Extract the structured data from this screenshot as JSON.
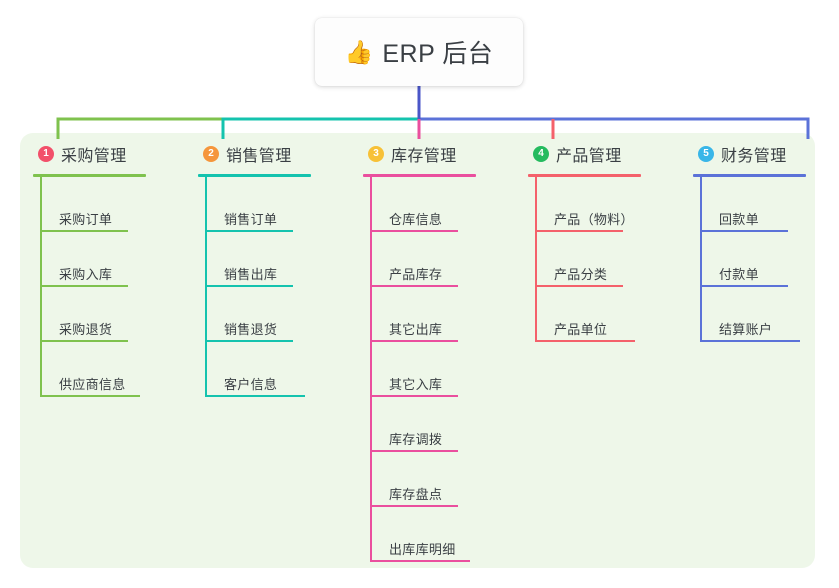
{
  "root": {
    "icon": "thumbs-up-icon",
    "icon_glyph": "👍",
    "title": "ERP 后台"
  },
  "theme": {
    "panel_bg": "#eef7e9",
    "page_bg": "#ffffff",
    "text": "#3a3f44",
    "root_stem": "#4a56c8"
  },
  "columns": [
    {
      "index": "1",
      "badge_color": "#f2506a",
      "line_color": "#7fc24e",
      "title": "采购管理",
      "items": [
        {
          "label": "采购订单"
        },
        {
          "label": "采购入库"
        },
        {
          "label": "采购退货"
        },
        {
          "label": "供应商信息"
        }
      ]
    },
    {
      "index": "2",
      "badge_color": "#f5963c",
      "line_color": "#14c3ae",
      "title": "销售管理",
      "items": [
        {
          "label": "销售订单"
        },
        {
          "label": "销售出库"
        },
        {
          "label": "销售退货"
        },
        {
          "label": "客户信息"
        }
      ]
    },
    {
      "index": "3",
      "badge_color": "#f7c137",
      "line_color": "#ea4f9e",
      "title": "库存管理",
      "items": [
        {
          "label": "仓库信息"
        },
        {
          "label": "产品库存"
        },
        {
          "label": "其它出库"
        },
        {
          "label": "其它入库"
        },
        {
          "label": "库存调拨"
        },
        {
          "label": "库存盘点"
        },
        {
          "label": "出库库明细"
        }
      ]
    },
    {
      "index": "4",
      "badge_color": "#25bb5f",
      "line_color": "#f4616b",
      "title": "产品管理",
      "items": [
        {
          "label": "产品（物料）"
        },
        {
          "label": "产品分类"
        },
        {
          "label": "产品单位"
        }
      ]
    },
    {
      "index": "5",
      "badge_color": "#39b6e8",
      "line_color": "#5b72d8",
      "title": "财务管理",
      "items": [
        {
          "label": "回款单"
        },
        {
          "label": "付款单"
        },
        {
          "label": "结算账户"
        }
      ]
    }
  ]
}
